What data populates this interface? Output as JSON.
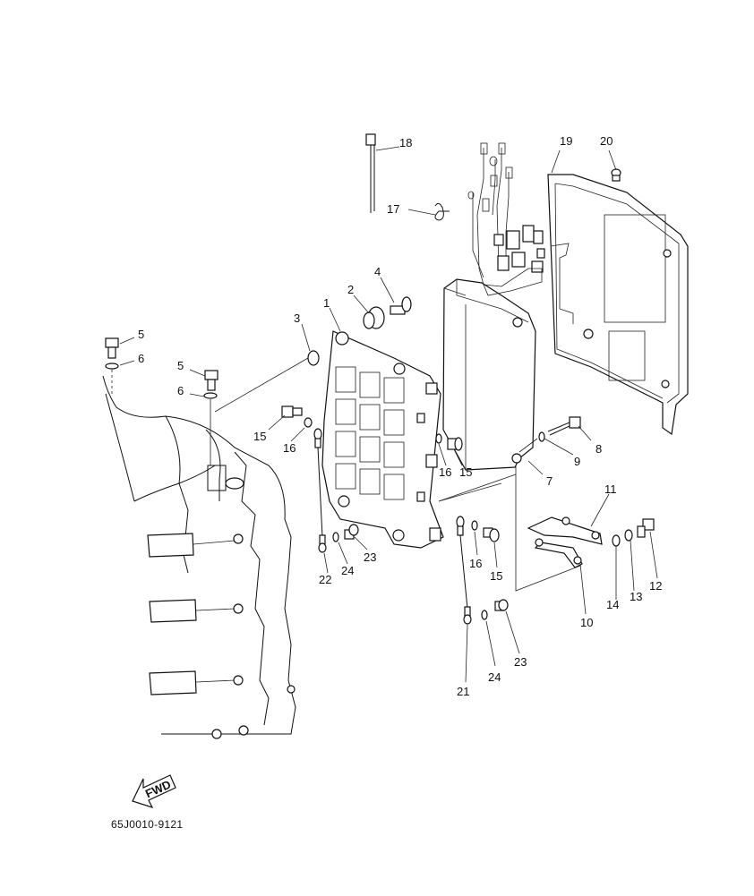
{
  "drawing_code": "65J0010-9121",
  "fwd_label": "FWD",
  "callouts": [
    {
      "id": "c1",
      "text": "1"
    },
    {
      "id": "c2",
      "text": "2"
    },
    {
      "id": "c3",
      "text": "3"
    },
    {
      "id": "c4",
      "text": "4"
    },
    {
      "id": "c5a",
      "text": "5"
    },
    {
      "id": "c6a",
      "text": "6"
    },
    {
      "id": "c5b",
      "text": "5"
    },
    {
      "id": "c6b",
      "text": "6"
    },
    {
      "id": "c7",
      "text": "7"
    },
    {
      "id": "c8",
      "text": "8"
    },
    {
      "id": "c9",
      "text": "9"
    },
    {
      "id": "c10",
      "text": "10"
    },
    {
      "id": "c11",
      "text": "11"
    },
    {
      "id": "c12",
      "text": "12"
    },
    {
      "id": "c13",
      "text": "13"
    },
    {
      "id": "c14",
      "text": "14"
    },
    {
      "id": "c15a",
      "text": "15"
    },
    {
      "id": "c16a",
      "text": "16"
    },
    {
      "id": "c16b",
      "text": "16"
    },
    {
      "id": "c15b",
      "text": "15"
    },
    {
      "id": "c16c",
      "text": "16"
    },
    {
      "id": "c15c",
      "text": "15"
    },
    {
      "id": "c17",
      "text": "17"
    },
    {
      "id": "c18",
      "text": "18"
    },
    {
      "id": "c19",
      "text": "19"
    },
    {
      "id": "c20",
      "text": "20"
    },
    {
      "id": "c21",
      "text": "21"
    },
    {
      "id": "c22",
      "text": "22"
    },
    {
      "id": "c23a",
      "text": "23"
    },
    {
      "id": "c24a",
      "text": "24"
    },
    {
      "id": "c23b",
      "text": "23"
    },
    {
      "id": "c24b",
      "text": "24"
    }
  ]
}
